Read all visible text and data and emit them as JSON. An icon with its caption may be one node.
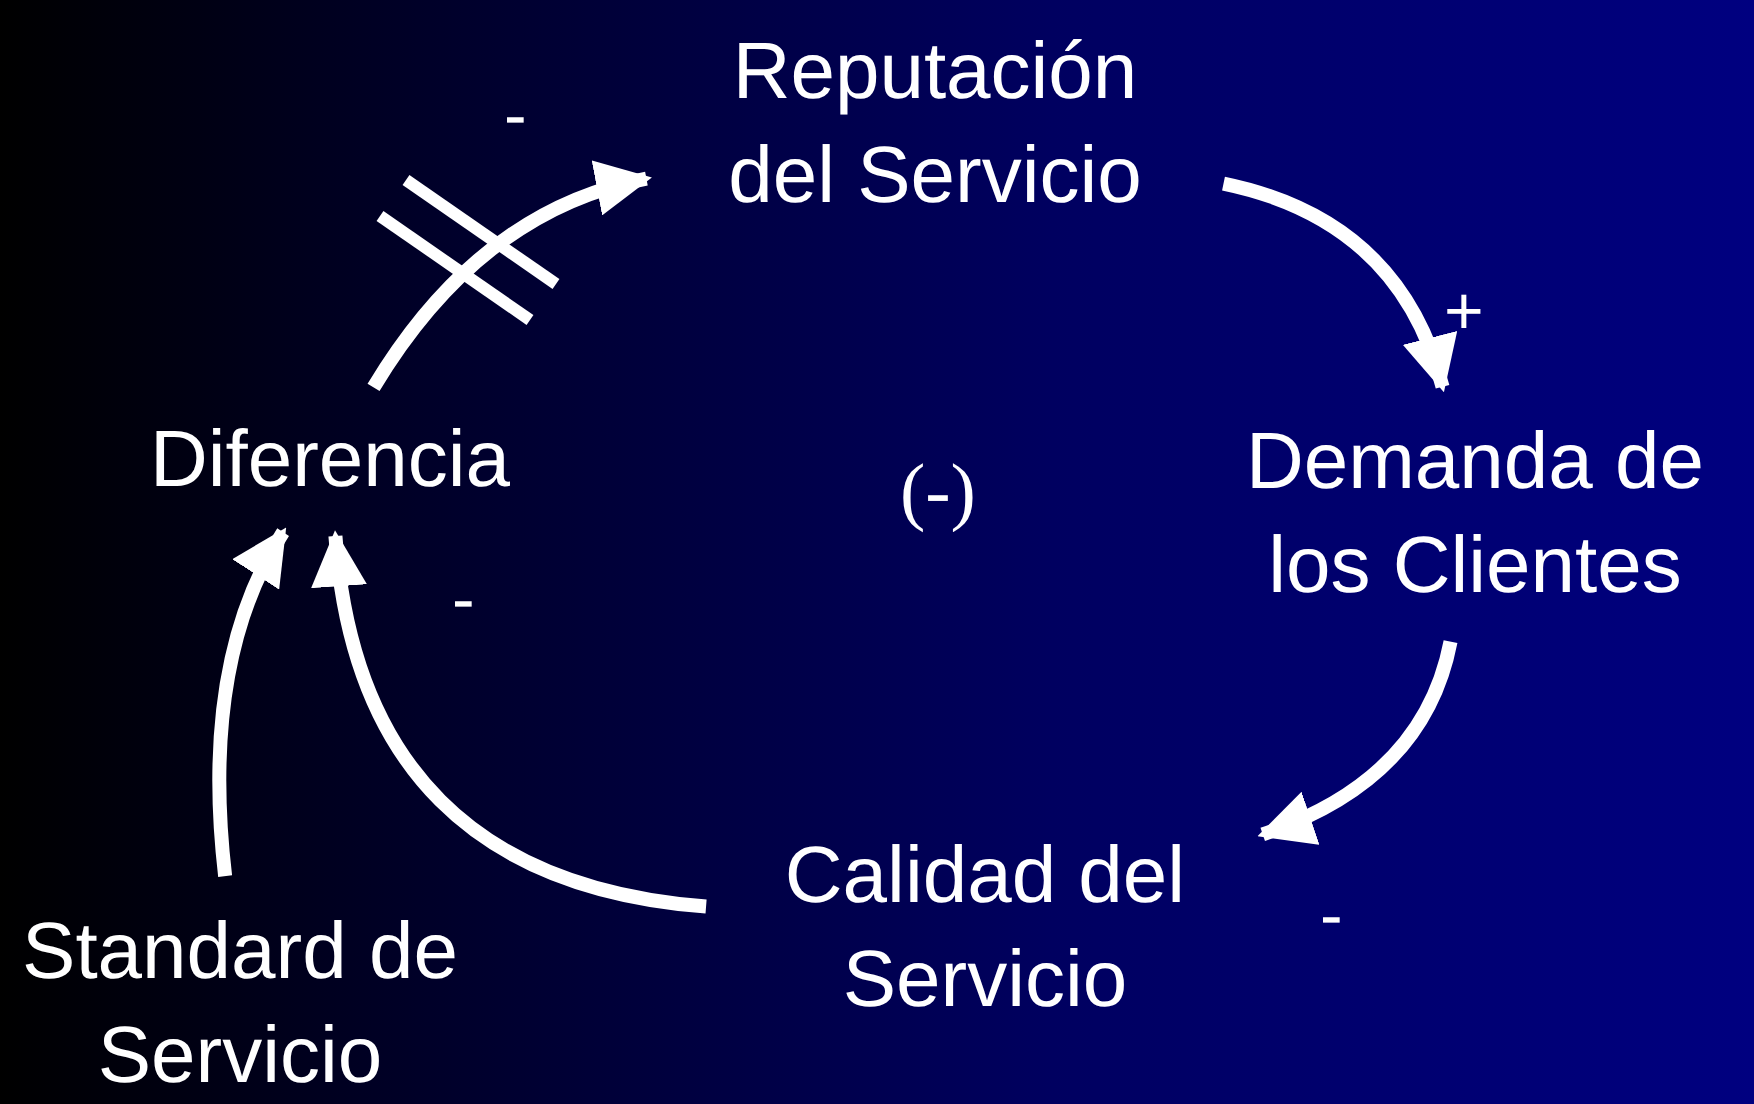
{
  "diagram": {
    "nodes": [
      {
        "text": [
          "Reputación del Servicio"
        ]
      },
      {
        "text": [
          "Demanda de los Clientes"
        ]
      },
      {
        "text": [
          "Calidad del Servicio"
        ]
      },
      {
        "text": [
          "Diferencia"
        ]
      },
      {
        "text": [
          "Standard de Servicio"
        ]
      }
    ],
    "edges": [
      {
        "from": 3,
        "to": 0,
        "arrow": "to",
        "label": "-"
      },
      {
        "from": 0,
        "to": 1,
        "arrow": "to",
        "label": "+"
      },
      {
        "from": 1,
        "to": 2,
        "arrow": "to",
        "label": "-"
      },
      {
        "from": 2,
        "to": 3,
        "arrow": "to",
        "label": "-"
      },
      {
        "from": 4,
        "to": 3,
        "arrow": "to"
      }
    ],
    "labels": [
      "(-)"
    ]
  }
}
